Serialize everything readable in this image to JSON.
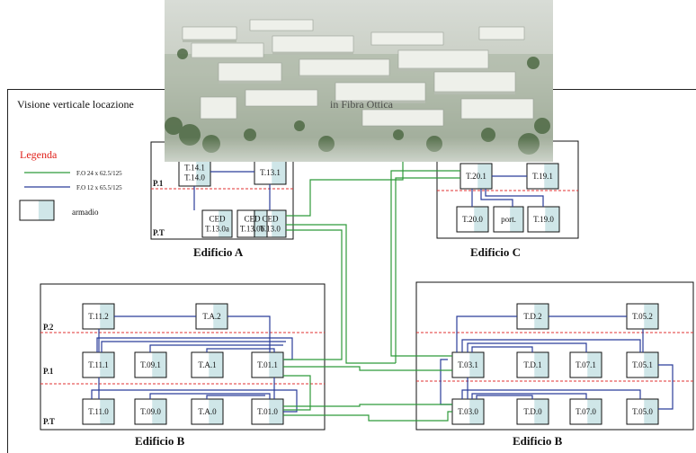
{
  "header": {
    "title_left": "Visione verticale locazione",
    "title_right": "in Fibra Ottica"
  },
  "legend": {
    "title": "Legenda",
    "green": "F.O 24 x 62.5/125",
    "blue": "F.O 12 x 65.5/125",
    "cabinet": "armadio"
  },
  "colors": {
    "green": "#2e9a3a",
    "blue": "#2b3d9a",
    "cabinet_fill": "#cfe6e8",
    "floor_line": "#e03030",
    "legend_title": "#e0201a"
  },
  "floors": {
    "p2": "P.2",
    "p1": "P.1",
    "pt": "P.T"
  },
  "buildings": {
    "a": {
      "name": "Edificio A",
      "floor_labels": [
        "P.1",
        "P.T"
      ],
      "cabinets": [
        "T.14.1\nT.14.0",
        "T.13.1",
        "CED\nT.13.0a",
        "CED\nT.13.0b",
        "CED\nT.13.0"
      ]
    },
    "c": {
      "name": "Edificio C",
      "cabinets": [
        "T.20.1",
        "T.19.1",
        "T.20.0",
        "port.",
        "T.19.0"
      ]
    },
    "b_left": {
      "name": "Edificio B",
      "floor_labels": [
        "P.2",
        "P.1",
        "P.T"
      ],
      "cabinets": [
        "T.11.2",
        "T.A.2",
        "T.11.1",
        "T.09.1",
        "T.A.1",
        "T.01.1",
        "T.11.0",
        "T.09.0",
        "T.A.0",
        "T.01.0"
      ]
    },
    "b_right": {
      "name": "Edificio B",
      "cabinets": [
        "T.D.2",
        "T.05.2",
        "T.03.1",
        "T.D.1",
        "T.07.1",
        "T.05.1",
        "T.03.0",
        "T.D.0",
        "T.07.0",
        "T.05.0"
      ]
    }
  }
}
